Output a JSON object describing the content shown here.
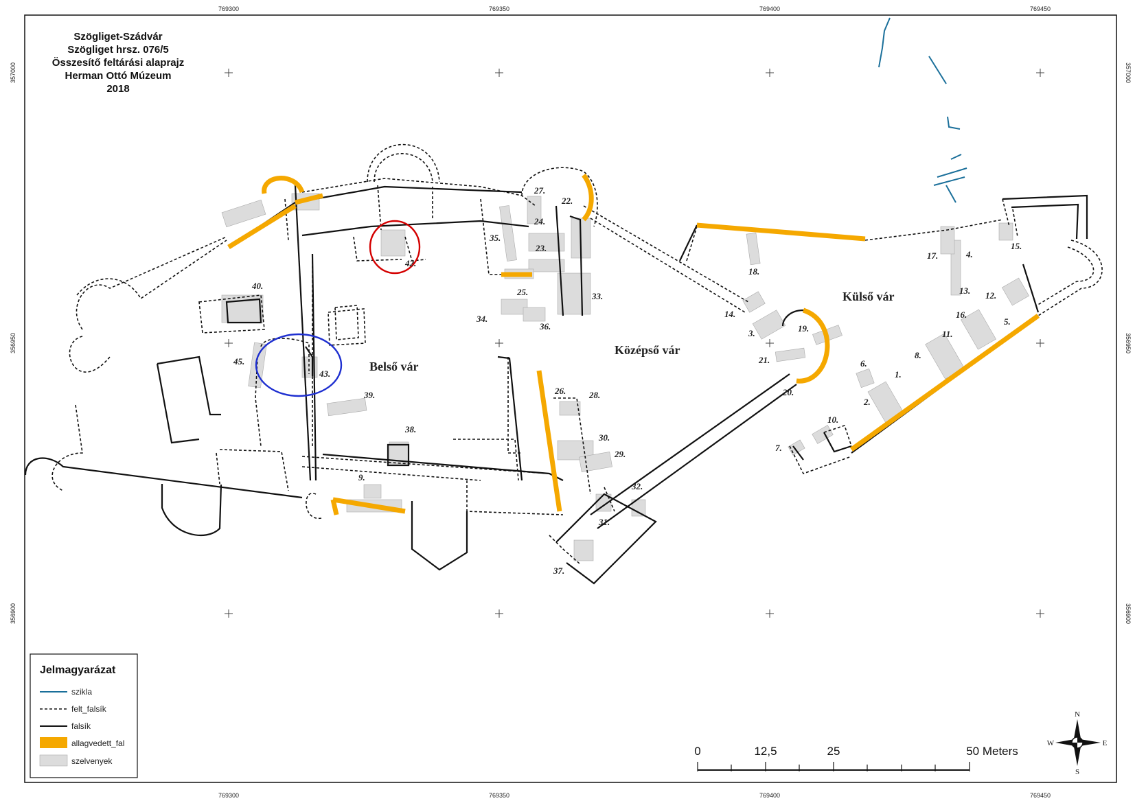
{
  "title": {
    "lines": [
      "Szögliget-Szádvár",
      "Szögliget hrsz. 076/5",
      "Összesítő feltárási alaprajz",
      "Herman Ottó Múzeum",
      "2018"
    ]
  },
  "coordinates": {
    "x_labels": [
      "769300",
      "769350",
      "769400",
      "769450"
    ],
    "y_labels": [
      "357000",
      "356950",
      "356900"
    ]
  },
  "zones": {
    "belso": "Belső vár",
    "kozepso": "Középső vár",
    "kulso": "Külső vár"
  },
  "sections": [
    "1.",
    "2.",
    "3.",
    "4.",
    "5.",
    "6.",
    "7.",
    "8.",
    "9.",
    "10.",
    "11.",
    "12.",
    "13.",
    "14.",
    "15.",
    "16.",
    "17.",
    "18.",
    "19.",
    "20.",
    "21.",
    "22.",
    "23.",
    "24.",
    "25.",
    "26.",
    "27.",
    "28.",
    "29.",
    "30.",
    "31.",
    "32.",
    "33.",
    "34.",
    "35.",
    "36.",
    "37.",
    "38.",
    "39.",
    "40.",
    "42.",
    "43.",
    "45."
  ],
  "legend": {
    "title": "Jelmagyarázat",
    "items": [
      {
        "label": "szikla",
        "color": "#1a6f9a"
      },
      {
        "label": "felt_falsík",
        "color": "#111111"
      },
      {
        "label": "falsík",
        "color": "#111111"
      },
      {
        "label": "allagvedett_fal",
        "color": "#f5a800"
      },
      {
        "label": "szelvenyek",
        "color": "#dcdcdc"
      }
    ]
  },
  "scale": {
    "labels": [
      "0",
      "12,5",
      "25",
      "50 Meters"
    ]
  },
  "compass": {
    "n": "N",
    "s": "S",
    "e": "E",
    "w": "W"
  },
  "highlights": [
    {
      "name": "red-circle",
      "color": "#d40000"
    },
    {
      "name": "blue-circle",
      "color": "#1e2fd0"
    }
  ]
}
